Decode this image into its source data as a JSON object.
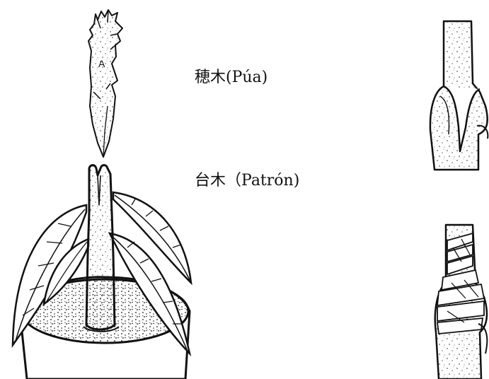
{
  "labels": {
    "scion": "穂木(Púa)",
    "rootstock": "台木（Patrón)",
    "scion_mark": "A"
  },
  "colors": {
    "ink": "#111111",
    "paper": "#ffffff"
  },
  "icons": {
    "scion": "scion-twig-drawing",
    "rootstock": "potted-rootstock-drawing",
    "graft_joint": "cleft-graft-joint-drawing",
    "wrapped_graft": "tape-wrapped-graft-drawing"
  }
}
